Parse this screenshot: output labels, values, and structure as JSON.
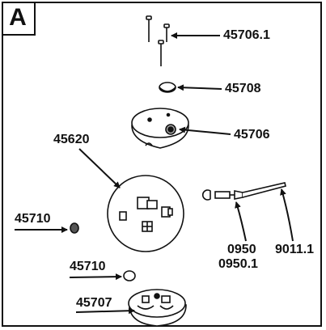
{
  "panel": {
    "letter": "A"
  },
  "parts": {
    "screws": "45706.1",
    "cap": "45708",
    "housing": "45706",
    "kit": "45620",
    "plug_left": "45710",
    "plug_lower": "45710",
    "pin": "9011.1",
    "bulb_a": "0950",
    "bulb_b": "0950.1",
    "base": "45707"
  }
}
